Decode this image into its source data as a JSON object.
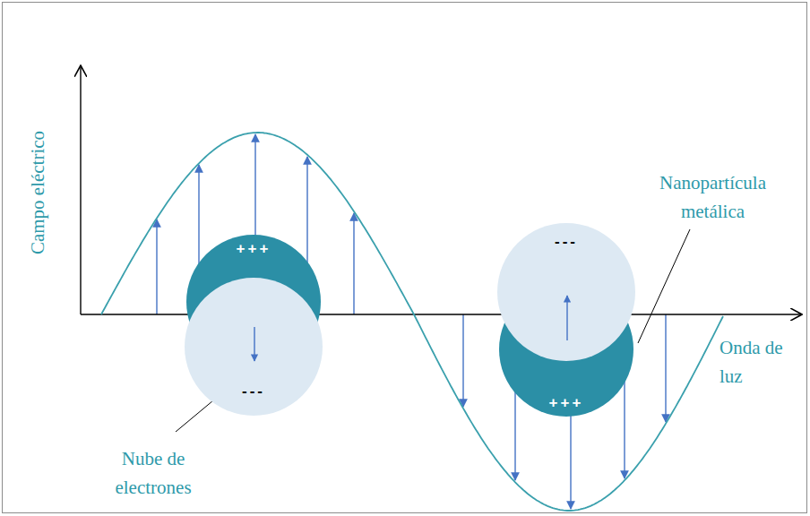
{
  "diagram": {
    "nodes": [
      {
        "text": [
          "+++",
          "---"
        ]
      },
      {
        "text": [
          "---",
          "+++"
        ]
      }
    ],
    "labels": [
      "Campo eléctrico",
      "Nanopartícula metálica",
      "Onda de luz",
      "Nube de electrones"
    ]
  }
}
